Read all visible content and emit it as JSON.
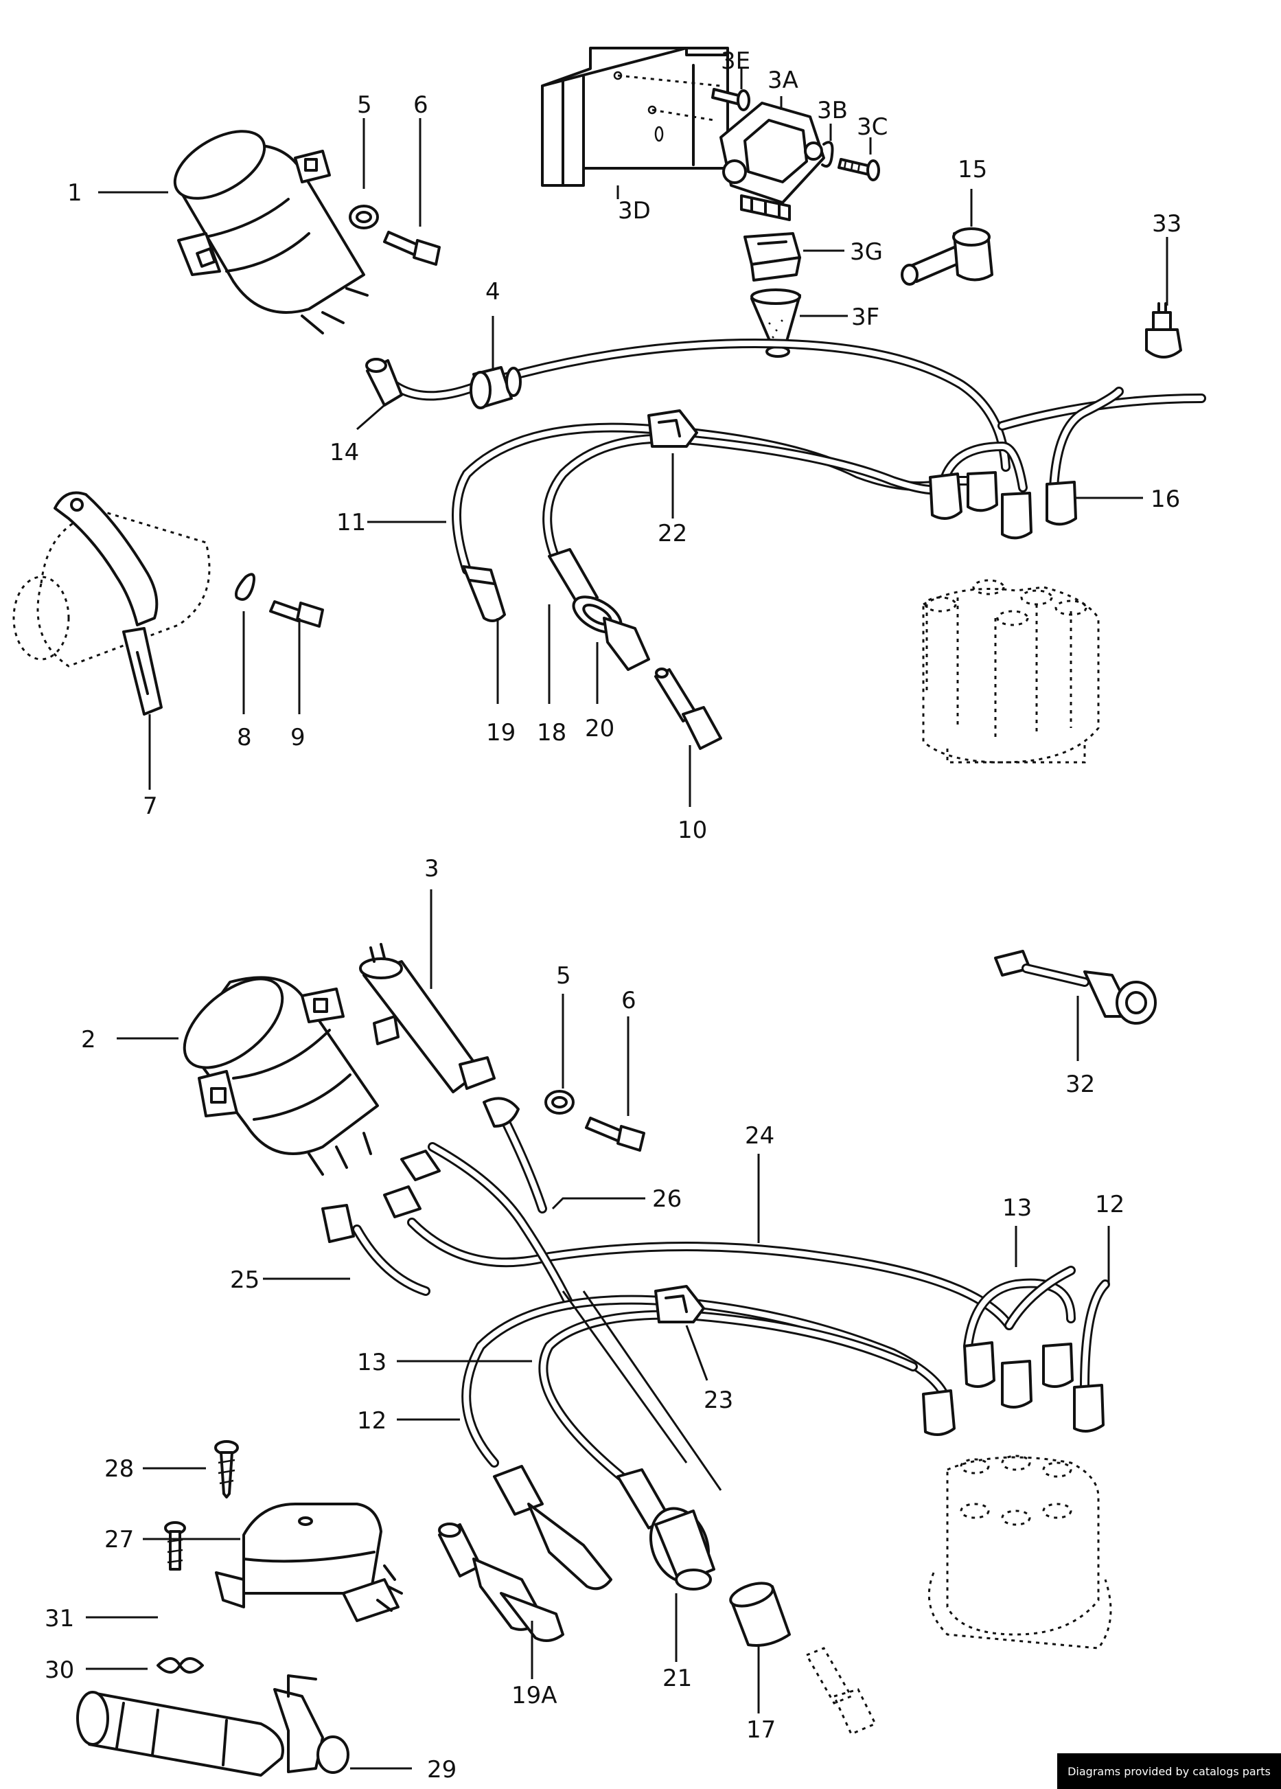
{
  "labels": {
    "p1": "1",
    "p2": "2",
    "p3": "3",
    "p3A": "3A",
    "p3B": "3B",
    "p3C": "3C",
    "p3D": "3D",
    "p3E": "3E",
    "p3F": "3F",
    "p3G": "3G",
    "p4": "4",
    "p5a": "5",
    "p5b": "5",
    "p6a": "6",
    "p6b": "6",
    "p7": "7",
    "p8": "8",
    "p9": "9",
    "p10": "10",
    "p11": "11",
    "p12a": "12",
    "p12b": "12",
    "p13a": "13",
    "p13b": "13",
    "p14": "14",
    "p15": "15",
    "p16": "16",
    "p17": "17",
    "p18": "18",
    "p19": "19",
    "p19A": "19A",
    "p20": "20",
    "p21": "21",
    "p22": "22",
    "p23": "23",
    "p24": "24",
    "p25": "25",
    "p26": "26",
    "p27": "27",
    "p28": "28",
    "p29": "29",
    "p30": "30",
    "p31": "31",
    "p32": "32",
    "p33": "33"
  },
  "credit": "Diagrams provided by catalogs parts"
}
